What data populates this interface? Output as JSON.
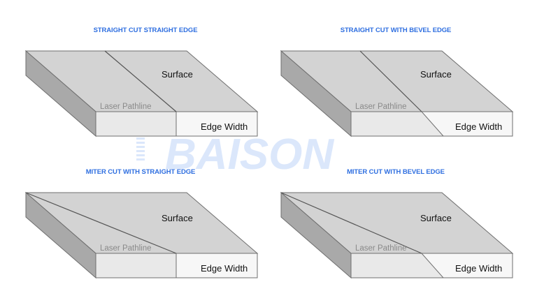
{
  "colors": {
    "title": "#2f6fe0",
    "top_face": "#d3d3d3",
    "left_face": "#a9a9a9",
    "front_face": "#e9e9e9",
    "edge_band": "#f7f7f7",
    "outline": "#6f6f6f",
    "label_dark": "#111111",
    "label_light": "#8a8a8a",
    "watermark": "#dbe7fb"
  },
  "watermark": {
    "text": "BAISON"
  },
  "panels": [
    {
      "title": "STRAIGHT CUT STRAIGHT EDGE",
      "cut": "straight",
      "edge": "straight",
      "surface_label": "Surface",
      "pathline_label": "Laser Pathline",
      "edge_label": "Edge Width"
    },
    {
      "title": "STRAIGHT CUT WITH BEVEL EDGE",
      "cut": "straight",
      "edge": "bevel",
      "surface_label": "Surface",
      "pathline_label": "Laser Pathline",
      "edge_label": "Edge Width"
    },
    {
      "title": "MITER CUT WITH STRAIGHT EDGE",
      "cut": "miter",
      "edge": "straight",
      "surface_label": "Surface",
      "pathline_label": "Laser Pathline",
      "edge_label": "Edge Width"
    },
    {
      "title": "MITER CUT WITH BEVEL EDGE",
      "cut": "miter",
      "edge": "bevel",
      "surface_label": "Surface",
      "pathline_label": "Laser Pathline",
      "edge_label": "Edge Width"
    }
  ]
}
